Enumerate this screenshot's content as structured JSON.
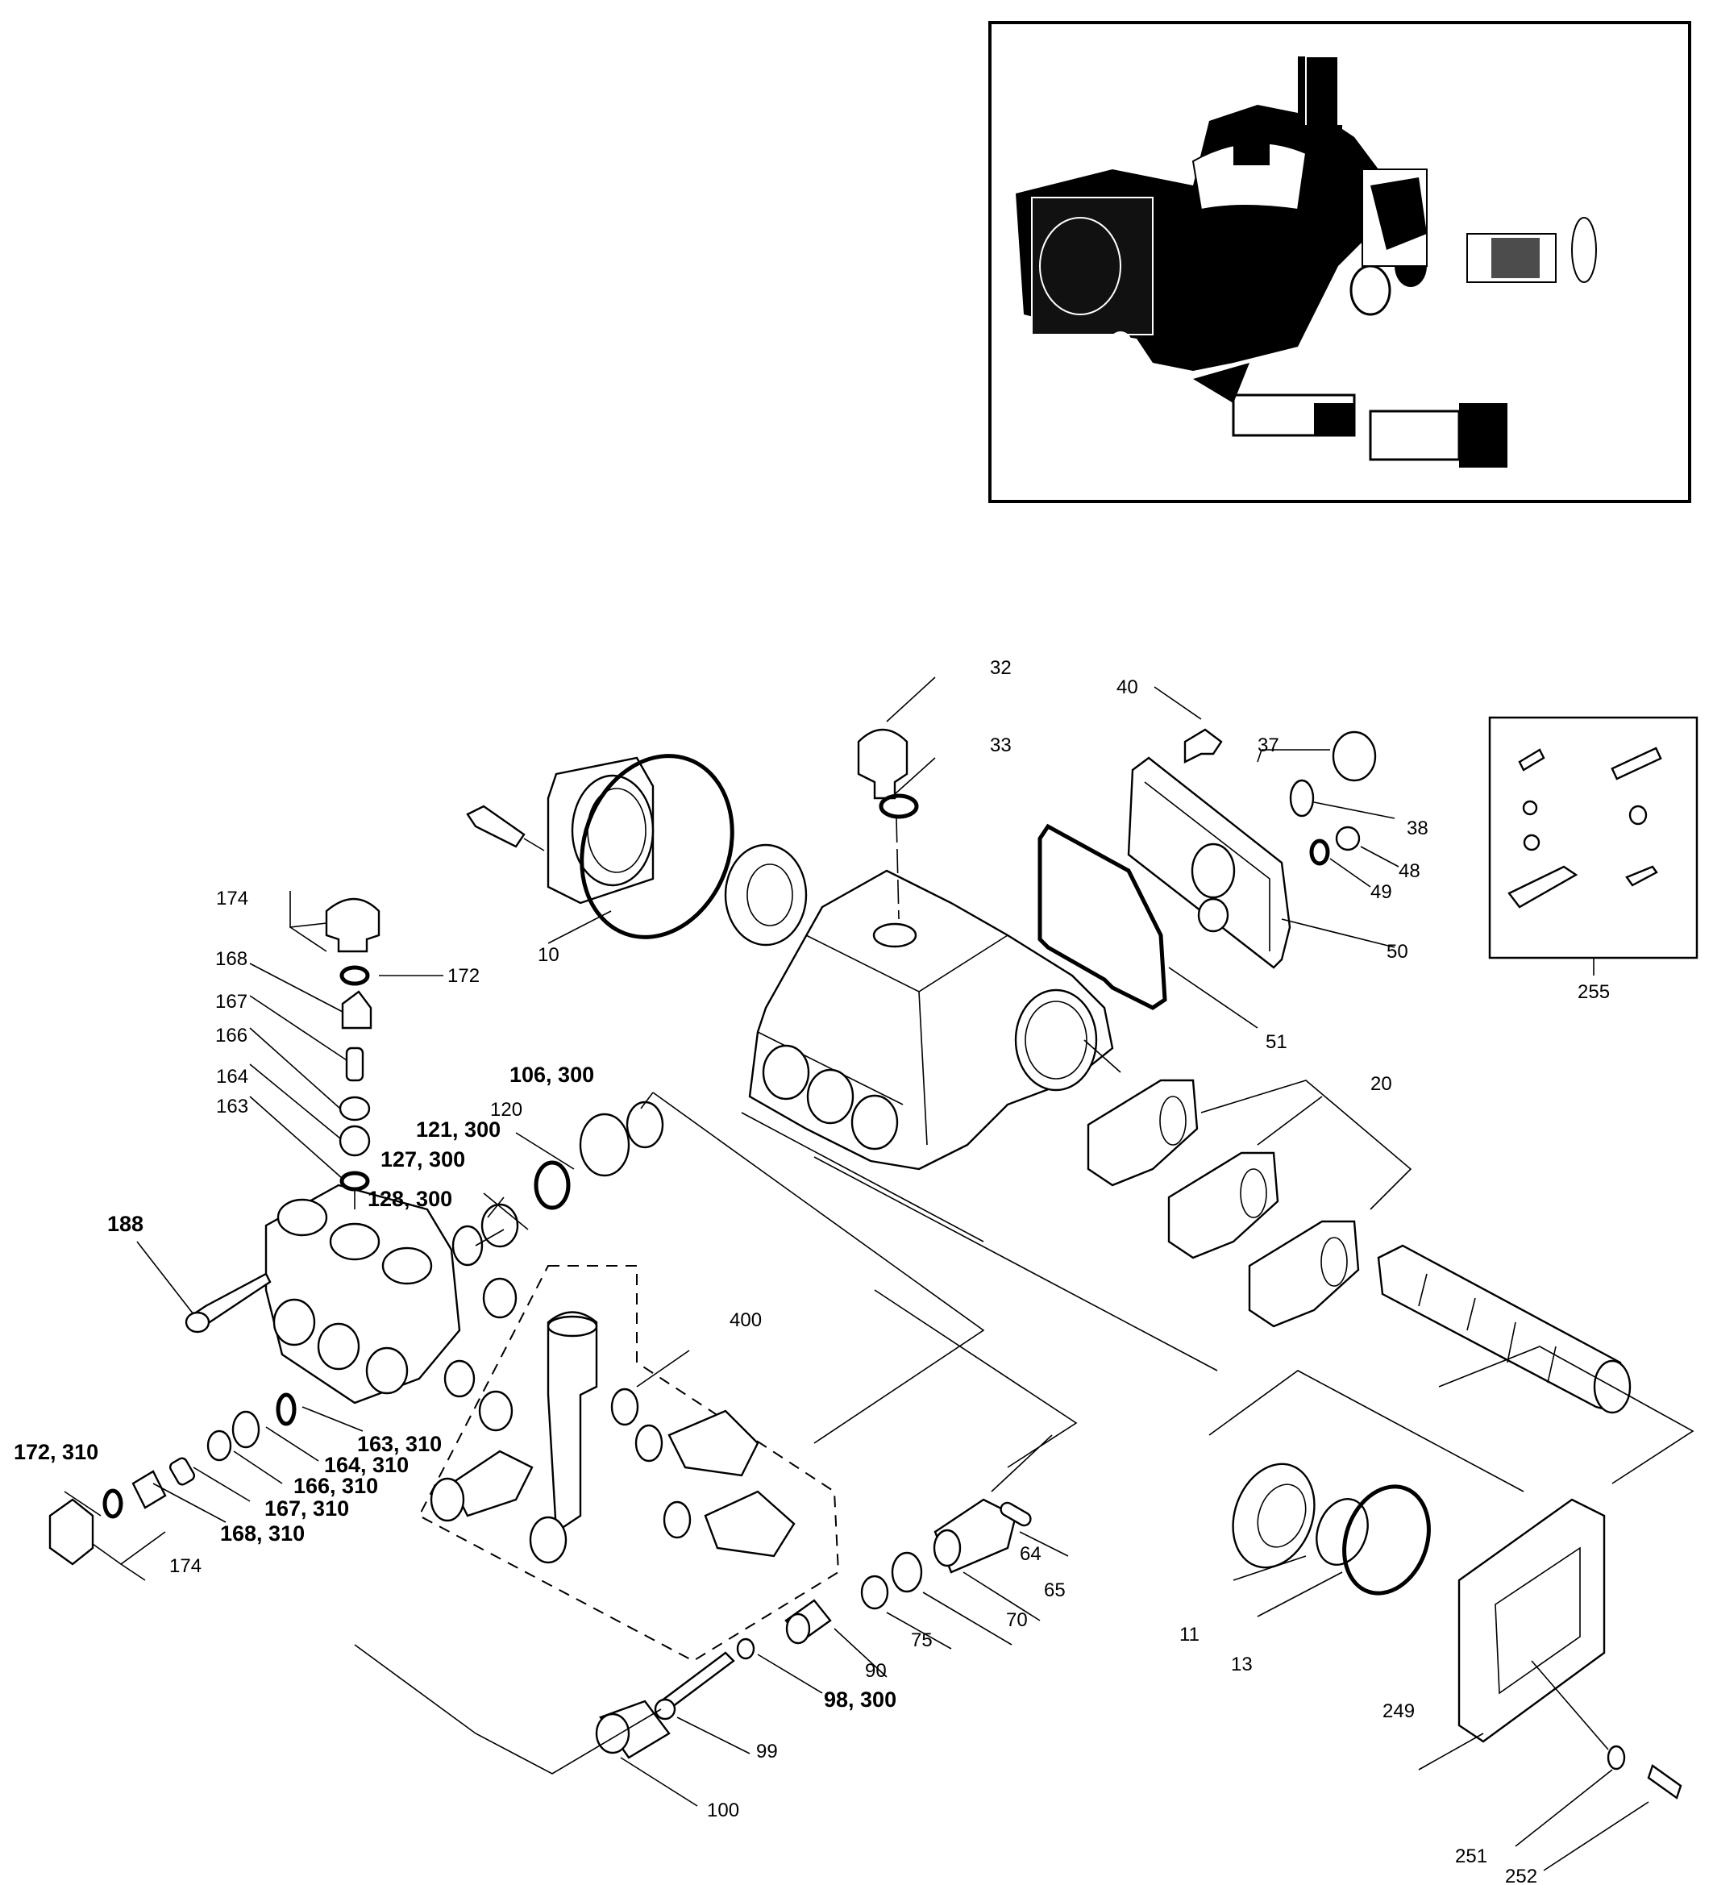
{
  "document": {
    "type": "exploded parts diagram",
    "subject": "pressure washer pump"
  },
  "photo_inset": {
    "description": "photograph of assembled pump"
  },
  "kit_box": {
    "label": "255",
    "contents": [
      "hex bolt",
      "key",
      "e-clip",
      "washer",
      "bushing",
      "socket cap screw",
      "bracket"
    ]
  },
  "callouts": [
    {
      "id": "32",
      "text": "32",
      "bold": false
    },
    {
      "id": "33",
      "text": "33",
      "bold": false
    },
    {
      "id": "40",
      "text": "40",
      "bold": false
    },
    {
      "id": "37",
      "text": "37",
      "bold": false
    },
    {
      "id": "38",
      "text": "38",
      "bold": false
    },
    {
      "id": "48",
      "text": "48",
      "bold": false
    },
    {
      "id": "49",
      "text": "49",
      "bold": false
    },
    {
      "id": "50",
      "text": "50",
      "bold": false
    },
    {
      "id": "51",
      "text": "51",
      "bold": false
    },
    {
      "id": "10",
      "text": "10",
      "bold": false
    },
    {
      "id": "20",
      "text": "20",
      "bold": false
    },
    {
      "id": "174a",
      "text": "174",
      "bold": false
    },
    {
      "id": "172",
      "text": "172",
      "bold": false
    },
    {
      "id": "168",
      "text": "168",
      "bold": false
    },
    {
      "id": "167",
      "text": "167",
      "bold": false
    },
    {
      "id": "166",
      "text": "166",
      "bold": false
    },
    {
      "id": "164",
      "text": "164",
      "bold": false
    },
    {
      "id": "163",
      "text": "163",
      "bold": false
    },
    {
      "id": "106_300",
      "text": "106, 300",
      "bold": true
    },
    {
      "id": "120",
      "text": "120",
      "bold": false
    },
    {
      "id": "121_300",
      "text": "121, 300",
      "bold": true
    },
    {
      "id": "127_300",
      "text": "127, 300",
      "bold": true
    },
    {
      "id": "128_300",
      "text": "128, 300",
      "bold": true
    },
    {
      "id": "188",
      "text": "188",
      "bold": true
    },
    {
      "id": "400",
      "text": "400",
      "bold": false
    },
    {
      "id": "163_310",
      "text": "163, 310",
      "bold": true
    },
    {
      "id": "164_310",
      "text": "164, 310",
      "bold": true
    },
    {
      "id": "166_310",
      "text": "166, 310",
      "bold": true
    },
    {
      "id": "167_310",
      "text": "167, 310",
      "bold": true
    },
    {
      "id": "168_310",
      "text": "168, 310",
      "bold": true
    },
    {
      "id": "172_310",
      "text": "172, 310",
      "bold": true
    },
    {
      "id": "174b",
      "text": "174",
      "bold": false
    },
    {
      "id": "64",
      "text": "64",
      "bold": false
    },
    {
      "id": "65",
      "text": "65",
      "bold": false
    },
    {
      "id": "70",
      "text": "70",
      "bold": false
    },
    {
      "id": "75",
      "text": "75",
      "bold": false
    },
    {
      "id": "90",
      "text": "90",
      "bold": false
    },
    {
      "id": "98_300",
      "text": "98, 300",
      "bold": true
    },
    {
      "id": "99",
      "text": "99",
      "bold": false
    },
    {
      "id": "100",
      "text": "100",
      "bold": false
    },
    {
      "id": "11",
      "text": "11",
      "bold": false
    },
    {
      "id": "13",
      "text": "13",
      "bold": false
    },
    {
      "id": "249",
      "text": "249",
      "bold": false
    },
    {
      "id": "251",
      "text": "251",
      "bold": false
    },
    {
      "id": "252",
      "text": "252",
      "bold": false
    },
    {
      "id": "255",
      "text": "255",
      "bold": false
    }
  ]
}
